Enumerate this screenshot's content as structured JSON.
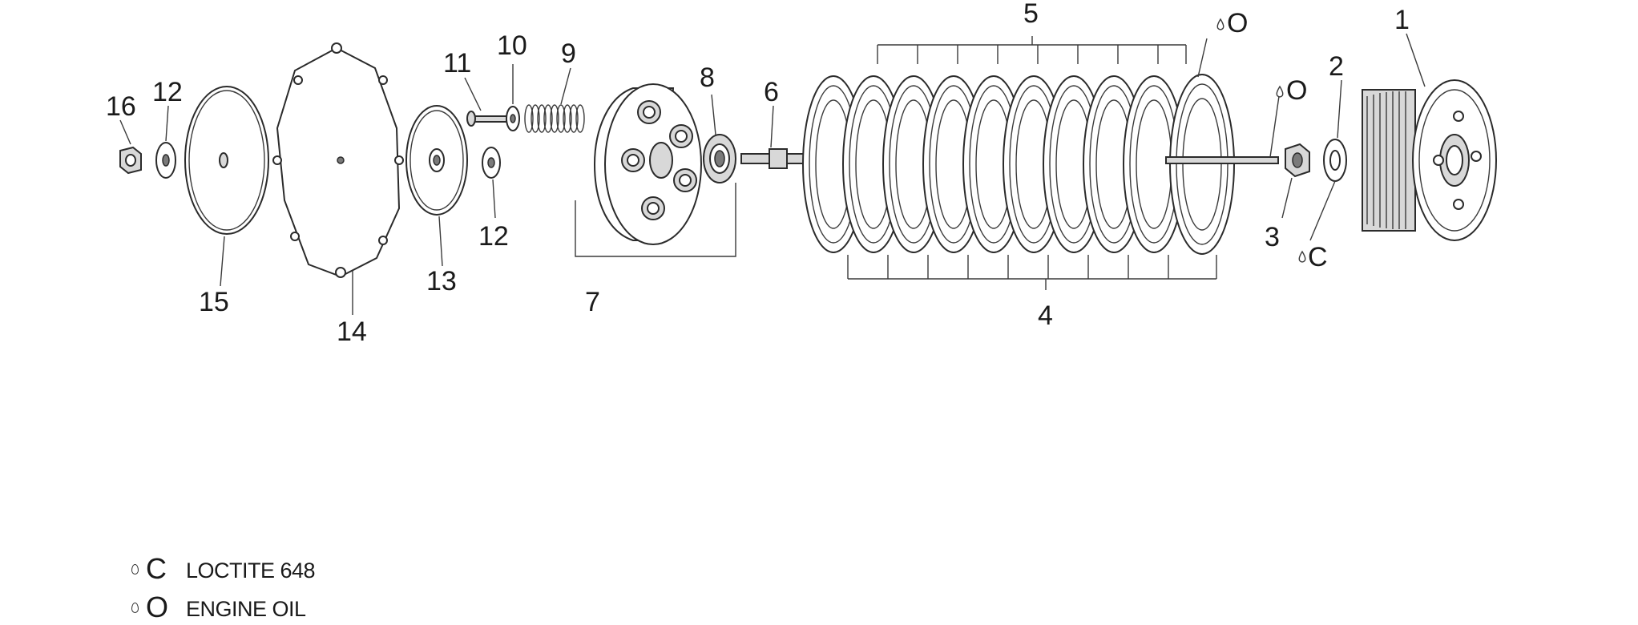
{
  "callouts": {
    "c1": "1",
    "c2": "2",
    "c3": "3",
    "c4": "4",
    "c5": "5",
    "c6": "6",
    "c7": "7",
    "c8": "8",
    "c9": "9",
    "c10": "10",
    "c11": "11",
    "c12a": "12",
    "c12b": "12",
    "c13": "13",
    "c14": "14",
    "c15": "15",
    "c16": "16"
  },
  "marks": {
    "oil_top": "O",
    "oil_mid": "O",
    "loctite": "C"
  },
  "legend": {
    "items": [
      {
        "symbol": "C",
        "label": "LOCTITE 648"
      },
      {
        "symbol": "O",
        "label": "ENGINE OIL"
      }
    ]
  }
}
